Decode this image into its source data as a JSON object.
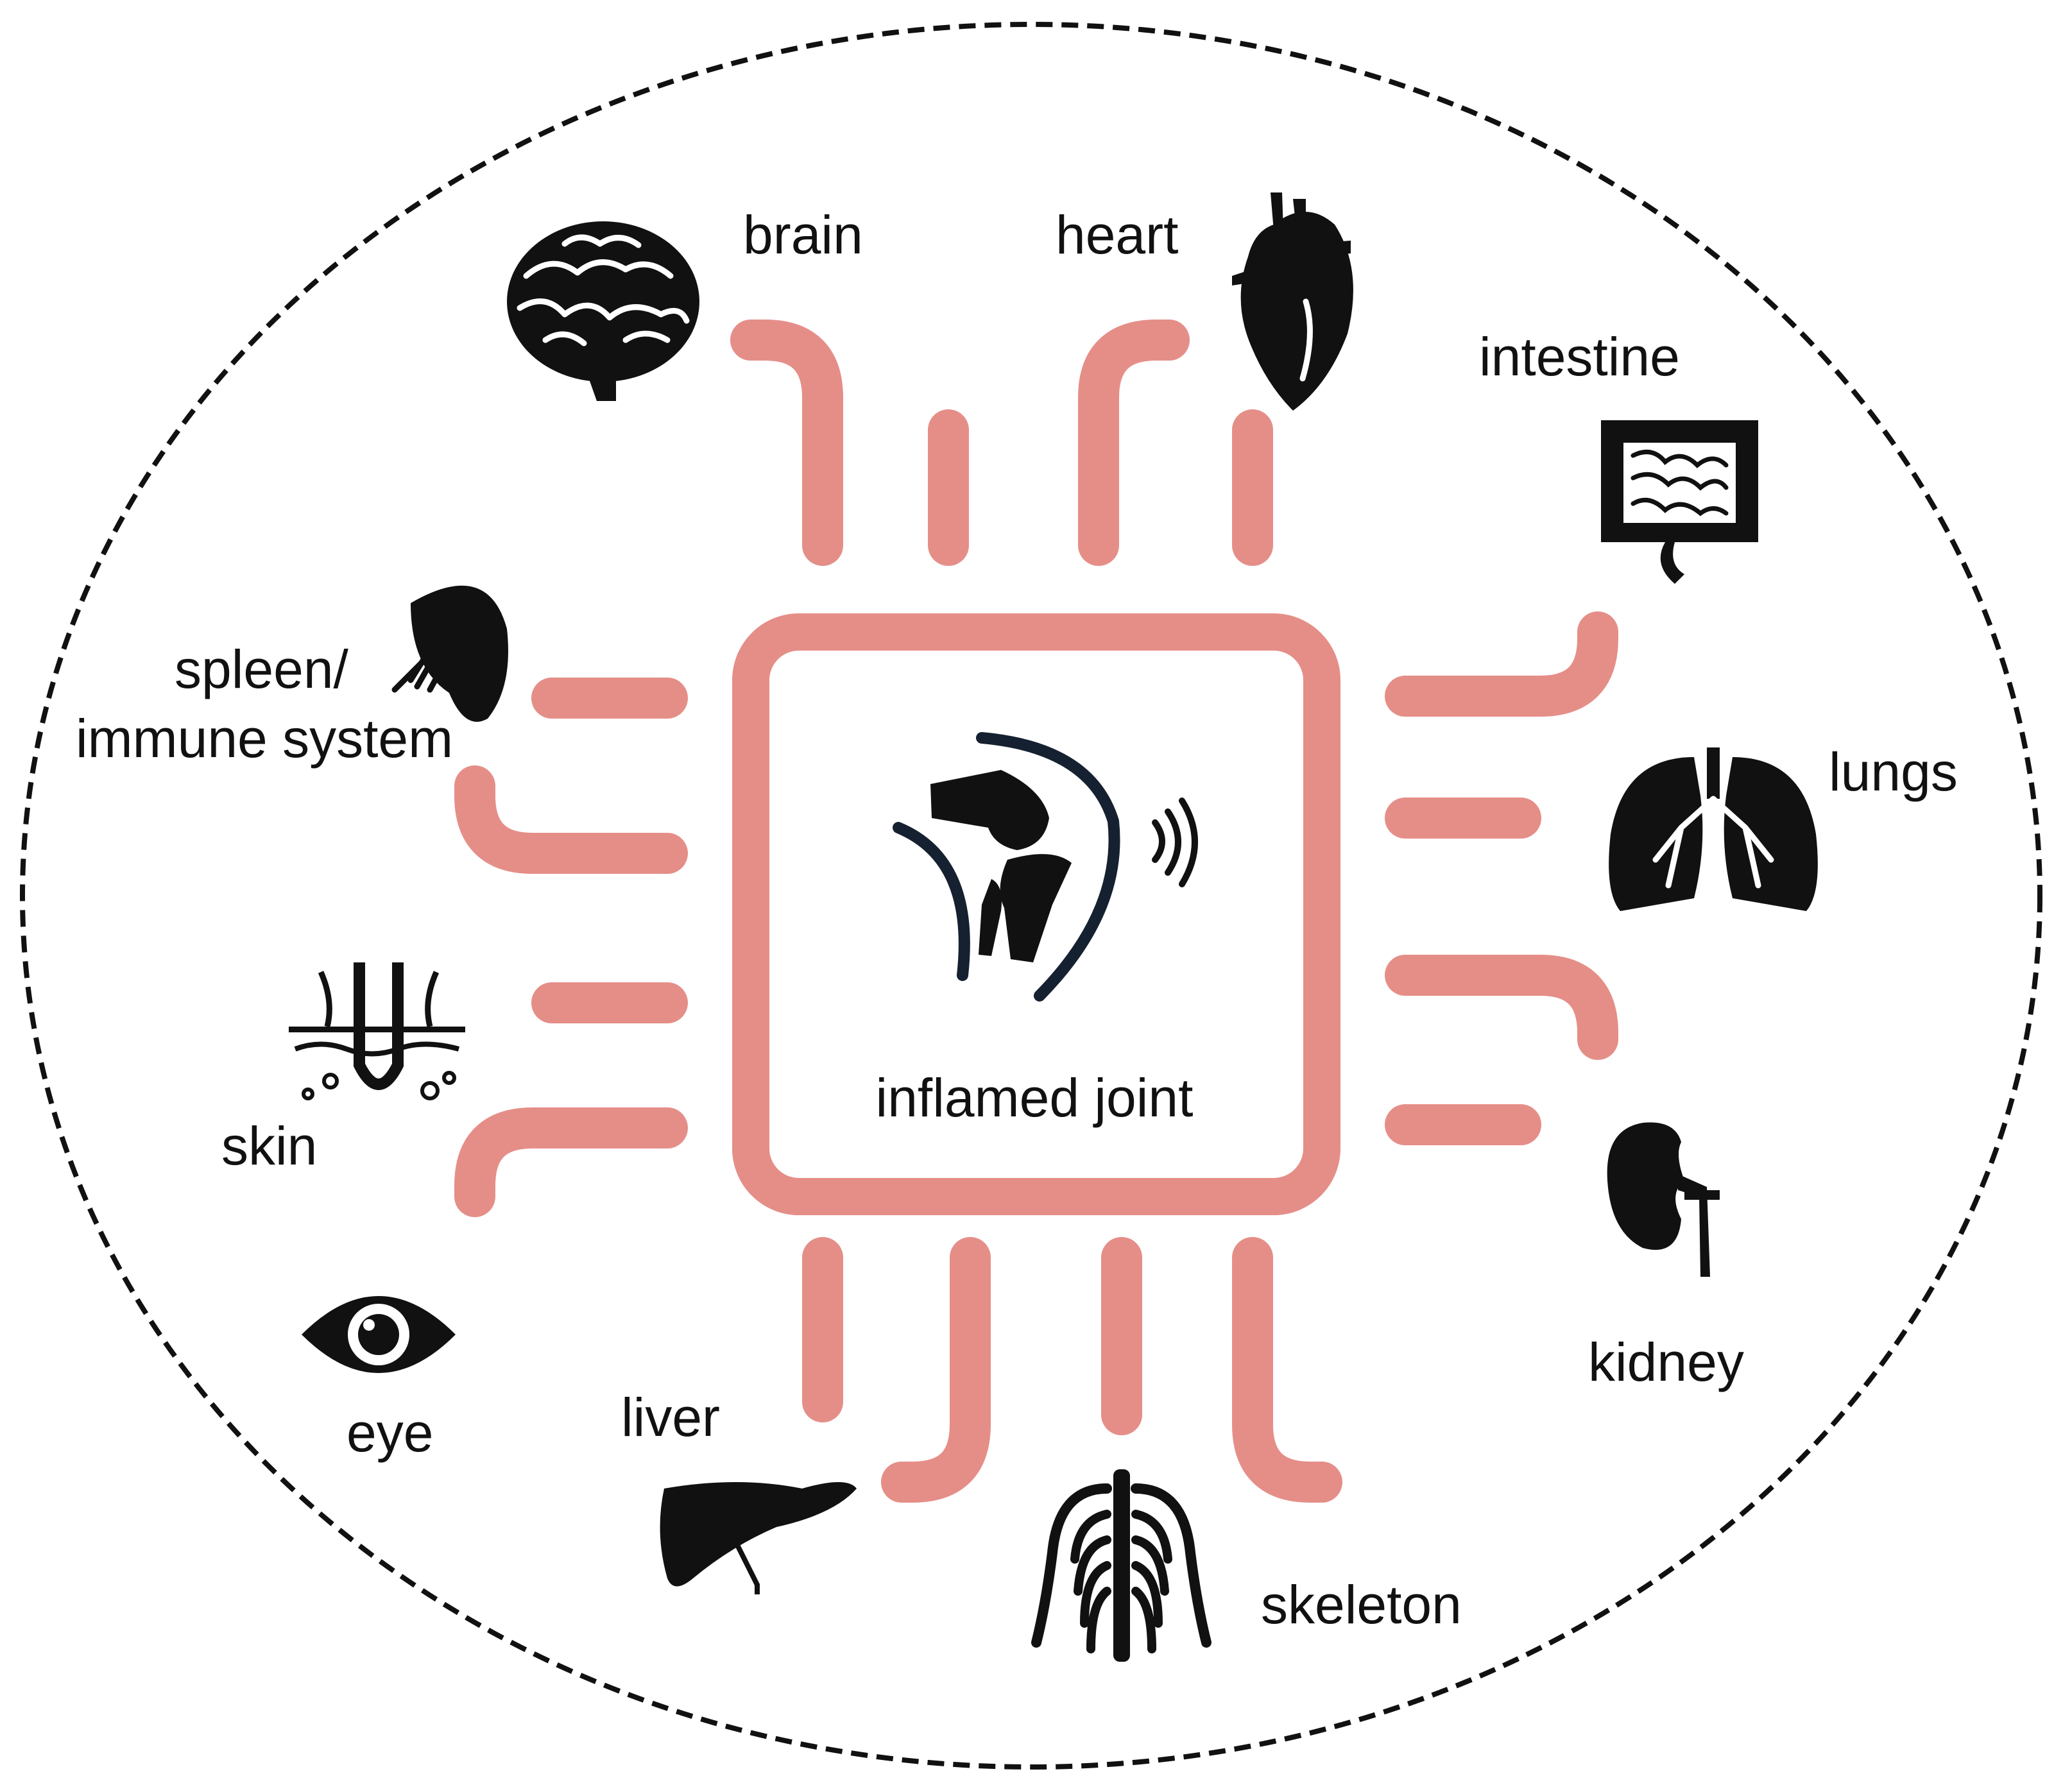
{
  "center": {
    "label": "inflamed joint"
  },
  "organs": [
    {
      "id": "brain",
      "label": "brain",
      "icon": "brain-icon"
    },
    {
      "id": "heart",
      "label": "heart",
      "icon": "heart-icon"
    },
    {
      "id": "intestine",
      "label": "intestine",
      "icon": "intestine-icon"
    },
    {
      "id": "lungs",
      "label": "lungs",
      "icon": "lungs-icon"
    },
    {
      "id": "kidney",
      "label": "kidney",
      "icon": "kidney-icon"
    },
    {
      "id": "skeleton",
      "label": "skeleton",
      "icon": "ribcage-icon"
    },
    {
      "id": "liver",
      "label": "liver",
      "icon": "liver-icon"
    },
    {
      "id": "eye",
      "label": "eye",
      "icon": "eye-icon"
    },
    {
      "id": "skin",
      "label": "skin",
      "icon": "hair-follicle-icon"
    },
    {
      "id": "spleen",
      "label_line1": "spleen/",
      "label_line2": "immune system",
      "icon": "spleen-icon"
    }
  ],
  "colors": {
    "connector": "#e58e88",
    "icon": "#111111",
    "border": "#111111",
    "background": "#ffffff"
  }
}
